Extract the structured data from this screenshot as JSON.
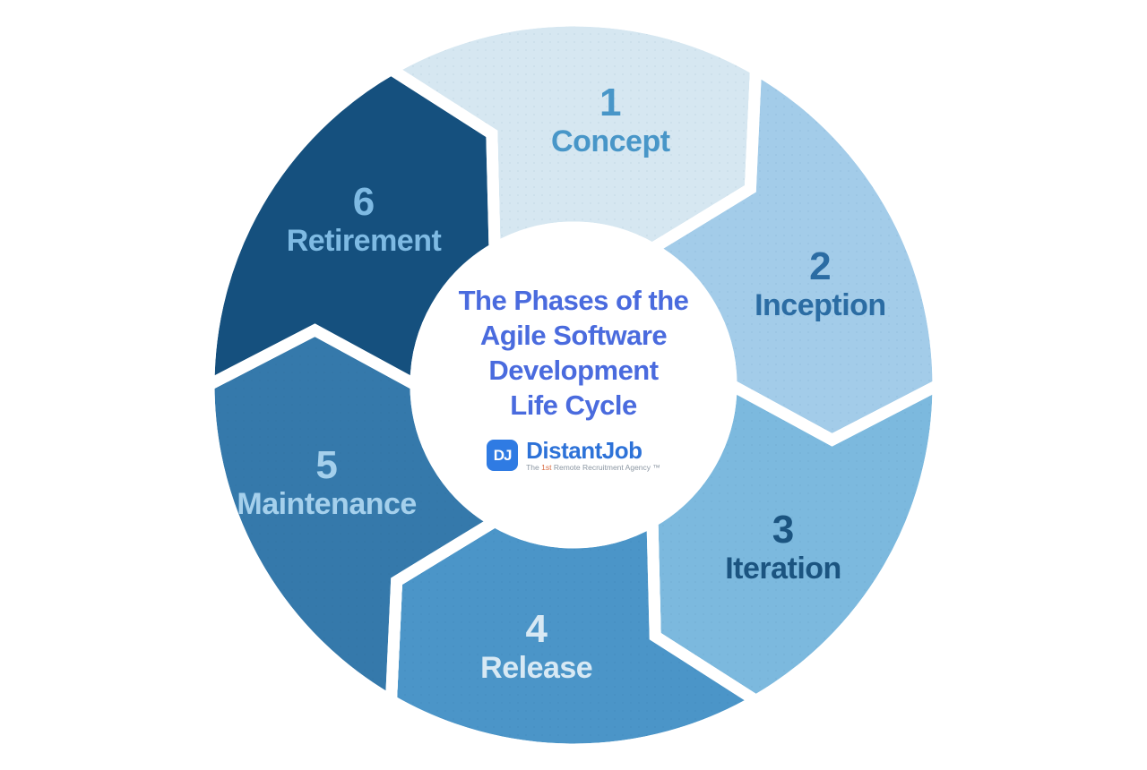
{
  "diagram": {
    "center": {
      "title_lines": [
        "The Phases of the",
        "Agile Software",
        "Development",
        "Life Cycle"
      ],
      "title_color": "#4A6BDE"
    },
    "logo": {
      "monogram": "DJ",
      "name": "DistantJob",
      "tagline_pre": "The ",
      "tagline_highlight": "1st",
      "tagline_post": " Remote Recruitment Agency ™",
      "square_color": "#2F7BE3",
      "monogram_color": "#FFFFFF",
      "name_color": "#2D72D8",
      "tagline_color": "#8C97A3",
      "tagline_highlight_color": "#D96E45"
    },
    "phases": [
      {
        "number": "1",
        "name": "Concept",
        "fill": "#D6E7F1",
        "text_color": "#4896C8"
      },
      {
        "number": "2",
        "name": "Inception",
        "fill": "#A3CCE9",
        "text_color": "#2B6CA3"
      },
      {
        "number": "3",
        "name": "Iteration",
        "fill": "#7CB9DE",
        "text_color": "#1B5480"
      },
      {
        "number": "4",
        "name": "Release",
        "fill": "#4B95C8",
        "text_color": "#D8E9F4"
      },
      {
        "number": "5",
        "name": "Maintenance",
        "fill": "#3579AB",
        "text_color": "#A5D0EC"
      },
      {
        "number": "6",
        "name": "Retirement",
        "fill": "#15507E",
        "text_color": "#7EBAE3"
      }
    ],
    "background_color": "#FFFFFF",
    "gap_color": "#FFFFFF"
  }
}
